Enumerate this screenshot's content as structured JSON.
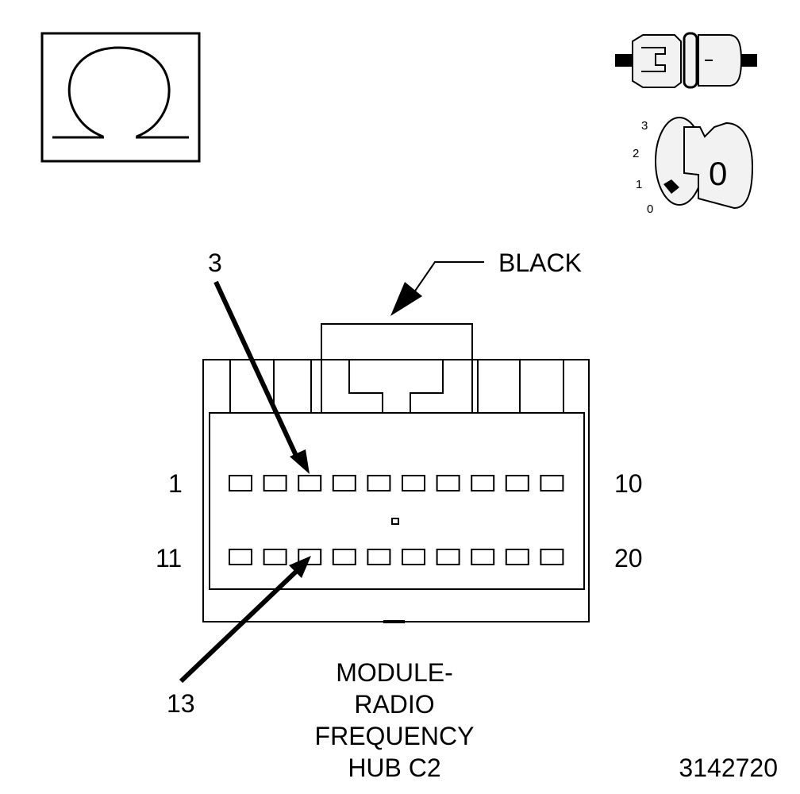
{
  "connector": {
    "color_label": "BLACK",
    "pin_callout_top": "3",
    "pin_callout_bottom": "13",
    "row1_start": "1",
    "row1_end": "10",
    "row2_start": "11",
    "row2_end": "20",
    "pins_per_row": 10
  },
  "caption": {
    "line1": "MODULE-",
    "line2": "RADIO",
    "line3": "FREQUENCY",
    "line4": "HUB C2"
  },
  "figure_number": "3142720",
  "ignition": {
    "positions": [
      "3",
      "2",
      "1",
      "0"
    ],
    "key_label": "0"
  },
  "icons": {
    "meter": "ohmmeter-omega-icon",
    "connector": "connector-disconnect-icon",
    "ignition": "ignition-key-off-icon"
  },
  "colors": {
    "line": "#000000",
    "background": "#ffffff",
    "icon_fill": "#f2f2f2"
  }
}
